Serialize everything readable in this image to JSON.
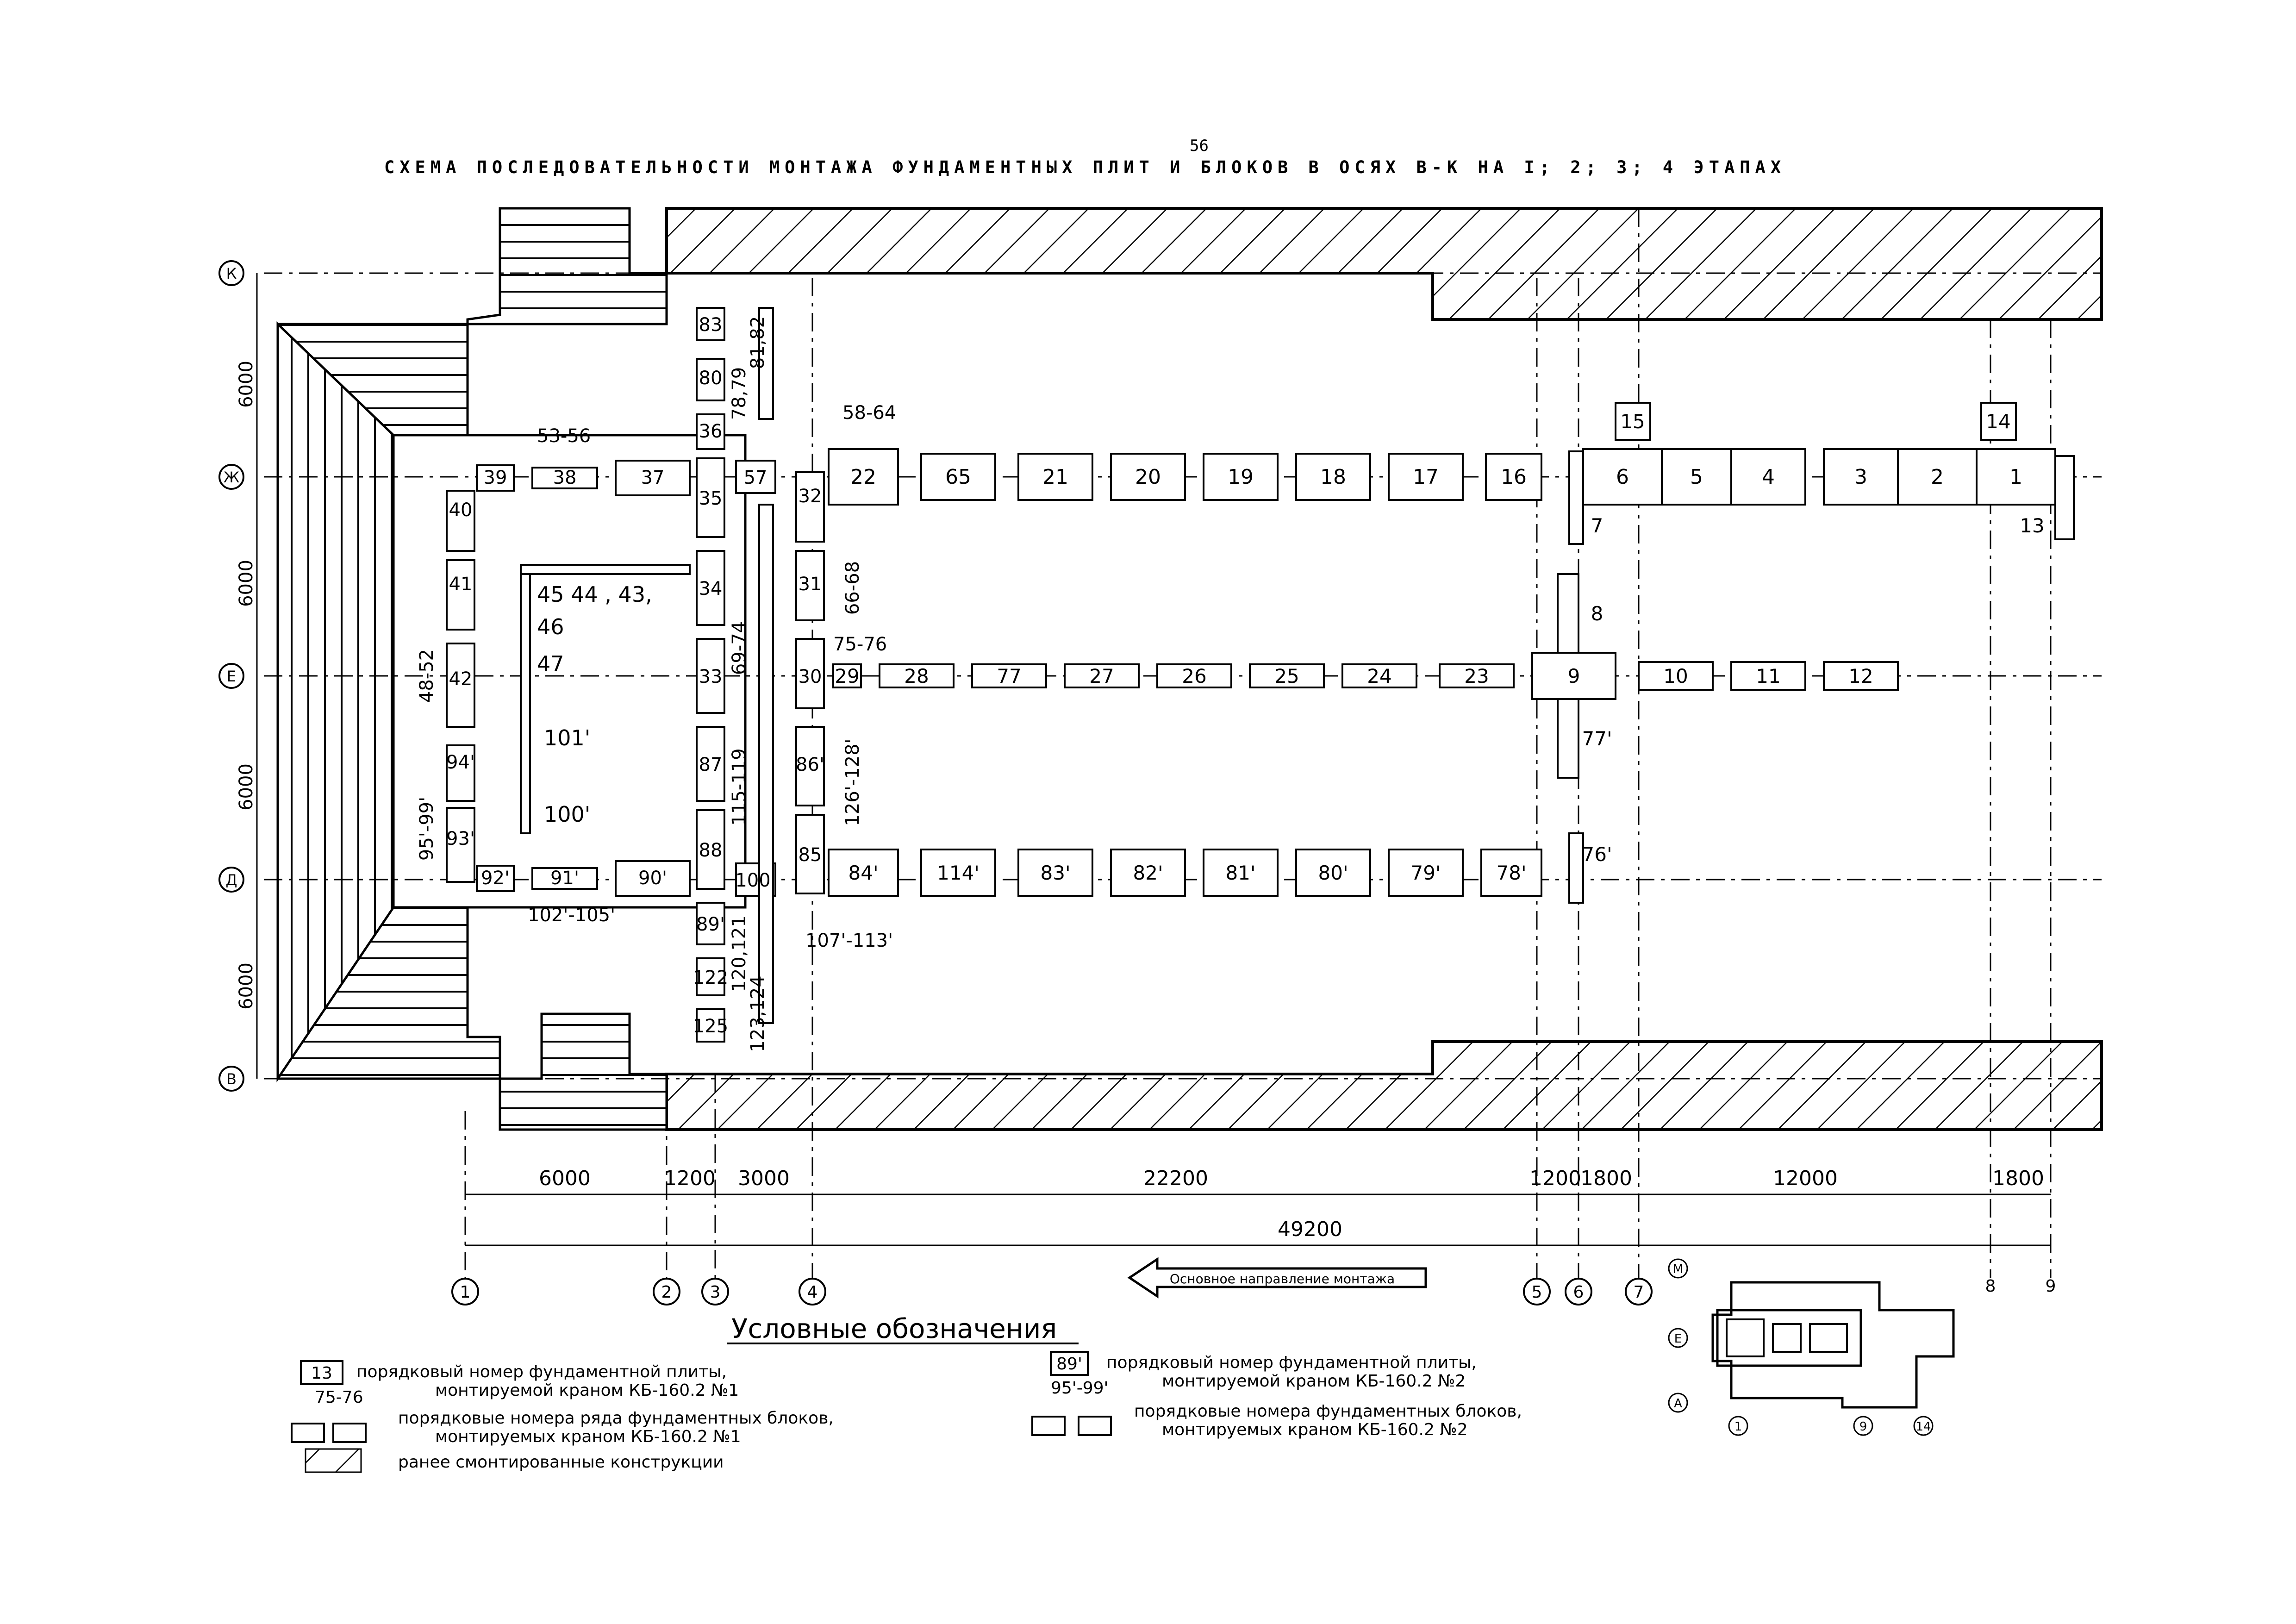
{
  "header": {
    "page_number": "56",
    "title": "СХЕМА ПОСЛЕДОВАТЕЛЬНОСТИ МОНТАЖА ФУНДАМЕНТНЫХ ПЛИТ И БЛОКОВ В ОСЯХ В-К НА I; 2; 3; 4 ЭТАПАХ"
  },
  "axes_rows": [
    "К",
    "Ж",
    "Е",
    "Д",
    "В"
  ],
  "axes_cols": [
    "1",
    "2",
    "3",
    "4",
    "5",
    "6",
    "7",
    "8",
    "9"
  ],
  "row_spans": [
    "6000",
    "6000",
    "6000",
    "6000"
  ],
  "dimensions": {
    "top_row": [
      "6000",
      "1200",
      "3000",
      "22200",
      "1200",
      "1800",
      "12000",
      "1800"
    ],
    "total": "49200"
  },
  "direction_label": "Основное направление монтажа",
  "row_zh_blocks": [
    "22",
    "65",
    "21",
    "20",
    "19",
    "18",
    "17",
    "16",
    "6",
    "5",
    "4",
    "3",
    "2",
    "1"
  ],
  "row_e_blocks": [
    "28",
    "77",
    "27",
    "26",
    "25",
    "24",
    "23",
    "9",
    "10",
    "11",
    "12"
  ],
  "row_d_blocks": [
    "84'",
    "114'",
    "83'",
    "82'",
    "81'",
    "80'",
    "79'",
    "78'"
  ],
  "left_bay": {
    "upper_row": [
      "39",
      "38",
      "37"
    ],
    "lower_row": [
      "92'",
      "91'",
      "90'"
    ],
    "left_col": [
      "40",
      "41",
      "42",
      "94'",
      "93'"
    ],
    "stair_col": [
      "83",
      "80",
      "36",
      "35",
      "34",
      "33",
      "87",
      "88",
      "89'",
      "122",
      "125"
    ],
    "col4": [
      "32",
      "31",
      "30",
      "86'",
      "85"
    ],
    "box57": "57",
    "box100": "100'"
  },
  "inner_labels": [
    "45 44 , 43,",
    "46",
    "47",
    "101'",
    "100'"
  ],
  "range_labels": [
    "53-56",
    "58-64",
    "66-68",
    "75-76",
    "69-74",
    "48-52",
    "95'-99'",
    "115-119",
    "126'-128'",
    "102'-105'",
    "107'-113'",
    "81,82",
    "78,79",
    "120,121",
    "123,124"
  ],
  "extra_labels": [
    "15",
    "14",
    "13",
    "7",
    "8",
    "77'",
    "76'",
    "29"
  ],
  "legend": {
    "heading": "Условные обозначения",
    "box1": "13",
    "item1_line1": "порядковый номер фундаментной плиты,",
    "item1_line2": "монтируемой краном КБ-160.2 №1",
    "range1": "75-76",
    "item2_line1": "порядковые номера ряда фундаментных блоков,",
    "item2_line2": "монтируемых краном КБ-160.2 №1",
    "item3": "ранее смонтированные конструкции",
    "box2": "89'",
    "item4_line1": "порядковый номер фундаментной плиты,",
    "item4_line2": "монтируемой краном КБ-160.2 №2",
    "range2": "95'-99'",
    "item5_line1": "порядковые номера фундаментных блоков,",
    "item5_line2": "монтируемых краном КБ-160.2 №2"
  },
  "key_plan": {
    "rows": [
      "М",
      "Е",
      "А"
    ],
    "cols": [
      "1",
      "9",
      "14"
    ]
  }
}
